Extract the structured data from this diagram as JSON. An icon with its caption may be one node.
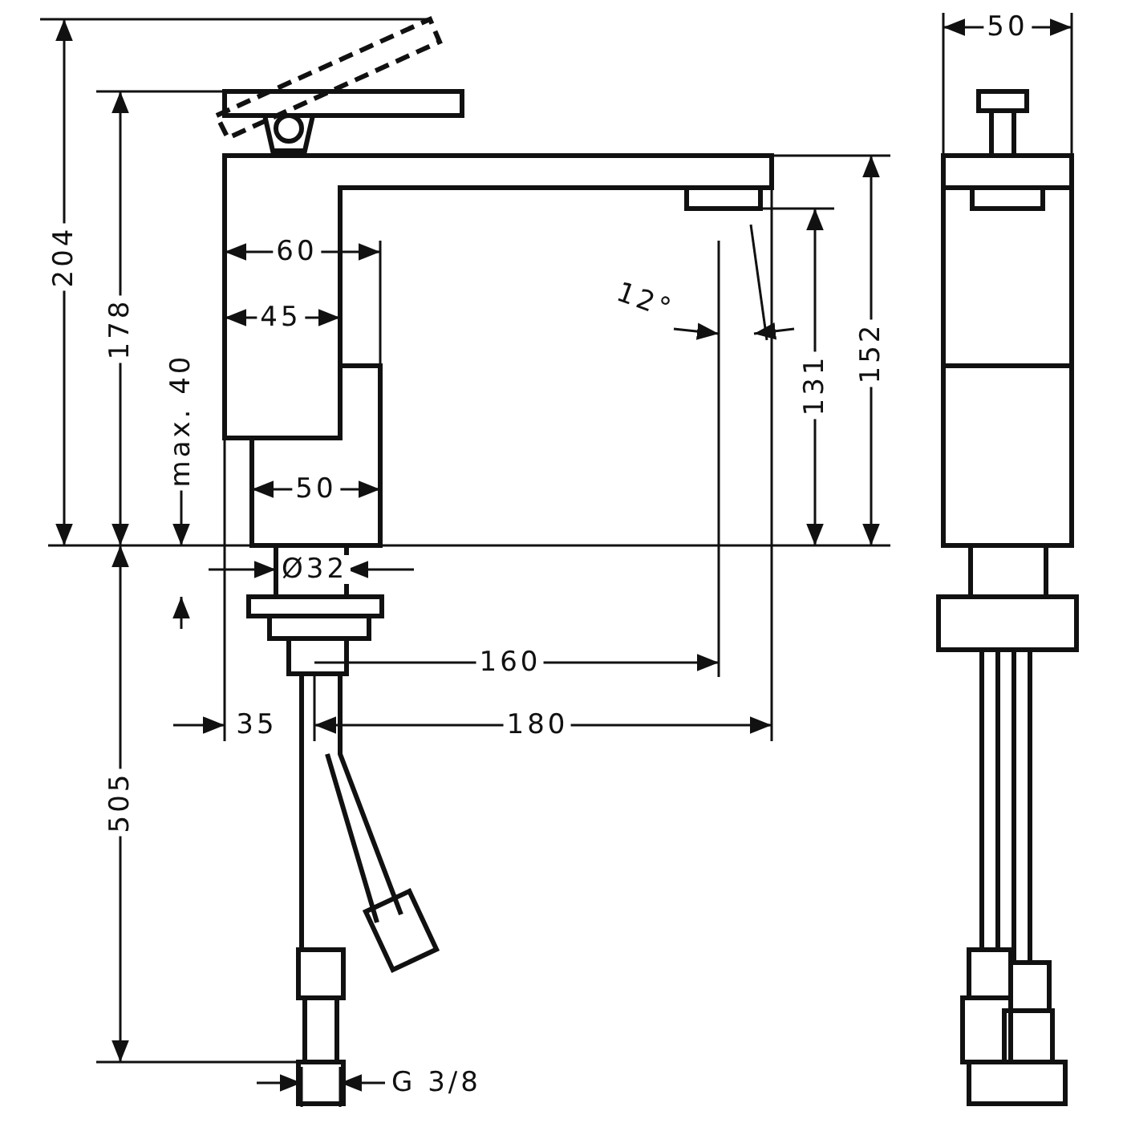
{
  "diagram": {
    "labels": [
      "50",
      "204",
      "178",
      "60",
      "12°",
      "45",
      "152",
      "131",
      "max. 40",
      "50",
      "Ø32",
      "160",
      "35",
      "180",
      "505",
      "G 3/8"
    ]
  }
}
